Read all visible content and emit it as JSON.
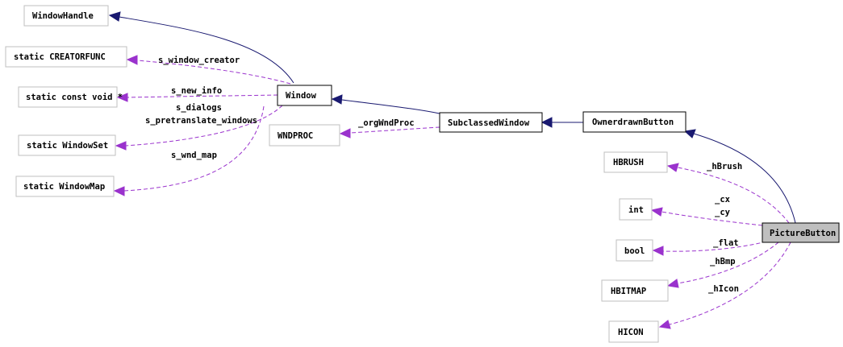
{
  "diagram": {
    "nodes": {
      "window_handle": "WindowHandle",
      "static_creatorfunc": "static CREATORFUNC",
      "static_const_void": "static const void *",
      "static_windowset": "static WindowSet",
      "static_windowmap": "static WindowMap",
      "window": "Window",
      "wndproc": "WNDPROC",
      "subclassed_window": "SubclassedWindow",
      "ownerdrawn_button": "OwnerdrawnButton",
      "hbrush": "HBRUSH",
      "int": "int",
      "bool": "bool",
      "hbitmap": "HBITMAP",
      "hicon": "HICON",
      "picture_button": "PictureButton"
    },
    "edge_labels": {
      "s_window_creator": "s_window_creator",
      "s_new_info": "s_new_info",
      "s_dialogs": "s_dialogs",
      "s_pretranslate_windows": "s_pretranslate_windows",
      "s_wnd_map": "s_wnd_map",
      "orgwndproc": "_orgWndProc",
      "hbrush": "_hBrush",
      "cx": "_cx",
      "cy": "_cy",
      "flat": "_flat",
      "hbmp": "_hBmp",
      "hicon": "_hIcon"
    },
    "colors": {
      "inheritance_edge": "#191970",
      "usage_edge": "#9a32cd",
      "focus_node_fill": "#bfbfbf",
      "external_node_border": "#bfbfbf"
    }
  }
}
